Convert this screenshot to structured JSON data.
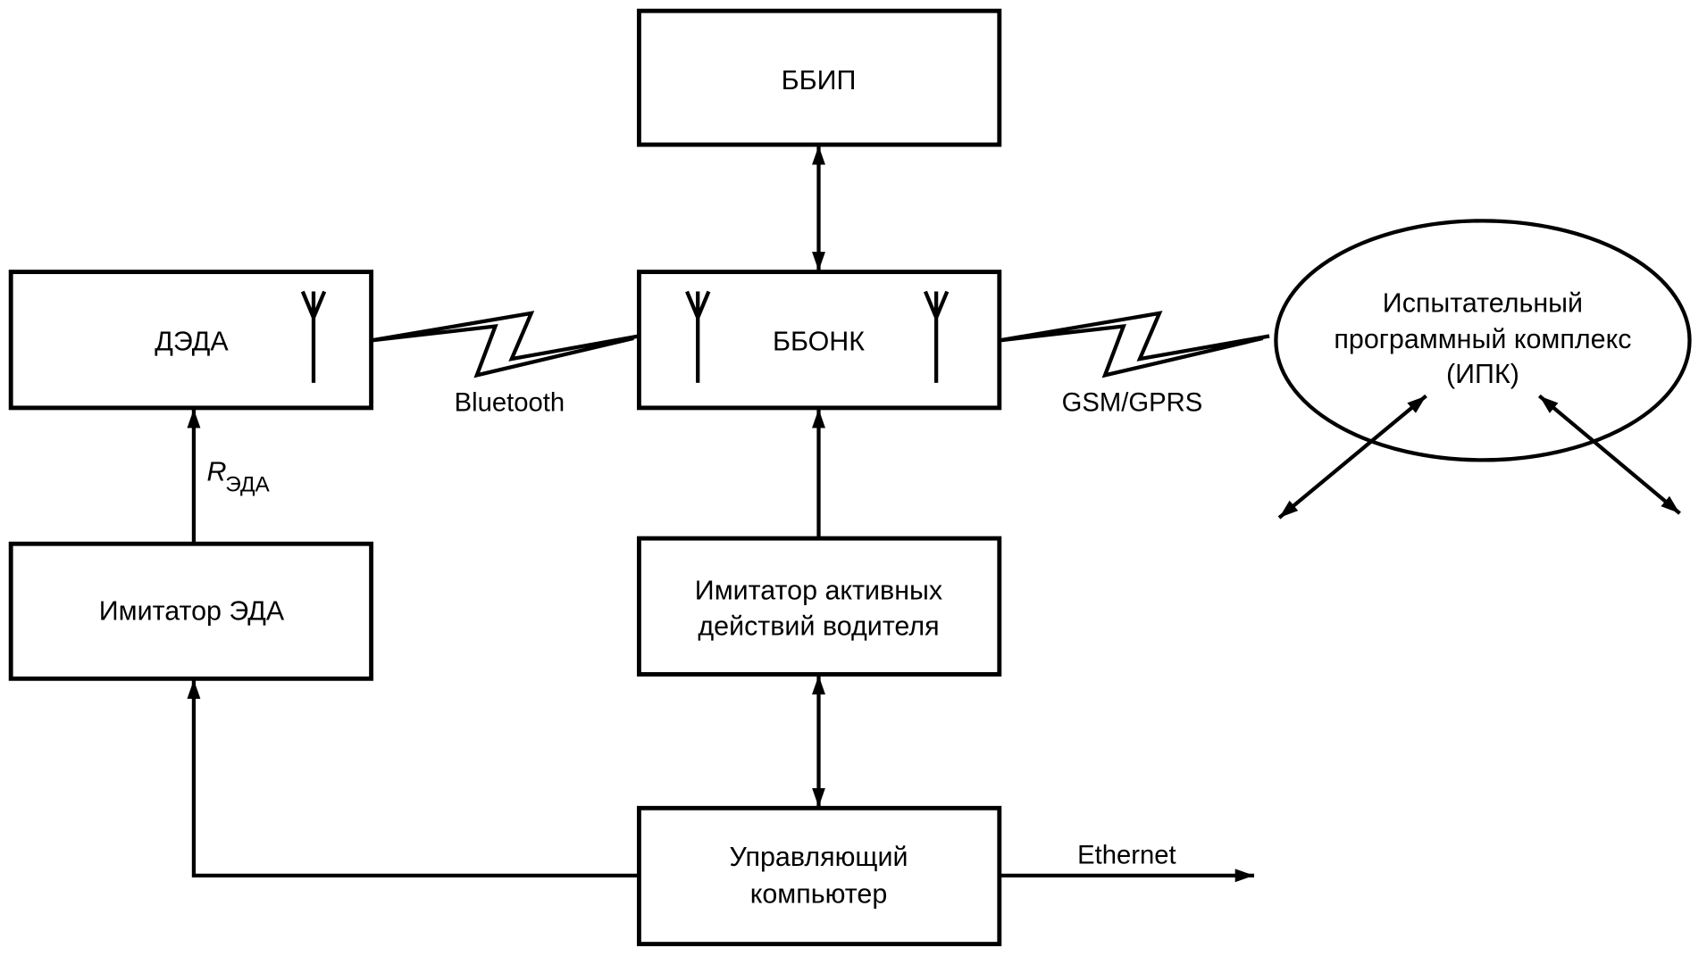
{
  "blocks": {
    "bbip": {
      "label": "ББИП"
    },
    "deda": {
      "label": "ДЭДА"
    },
    "bbonk": {
      "label": "ББОНК"
    },
    "imitator_eda": {
      "label": "Имитатор ЭДА"
    },
    "imitator_driver": {
      "line1": "Имитатор активных",
      "line2": "действий водителя"
    },
    "control_pc": {
      "line1": "Управляющий",
      "line2": "компьютер"
    },
    "ipk": {
      "line1": "Испытательный",
      "line2": "программный комплекс",
      "line3": "(ИПК)"
    }
  },
  "links": {
    "bluetooth": {
      "label": "Bluetooth",
      "type": "wireless"
    },
    "gsm": {
      "label": "GSM/GPRS",
      "type": "wireless"
    },
    "ethernet": {
      "label": "Ethernet",
      "type": "outgoing-arrow"
    },
    "r_eda": {
      "symbol": "R",
      "subscript": "ЭДА"
    }
  },
  "connections": [
    {
      "from": "ББИП",
      "to": "ББОНК",
      "direction": "bidirectional"
    },
    {
      "from": "Имитатор ЭДА",
      "to": "ДЭДА",
      "direction": "forward",
      "label": "RЭДА"
    },
    {
      "from": "Имитатор активных действий водителя",
      "to": "ББОНК",
      "direction": "forward"
    },
    {
      "from": "Управляющий компьютер",
      "to": "Имитатор активных действий водителя",
      "direction": "bidirectional"
    },
    {
      "from": "Управляющий компьютер",
      "to": "Имитатор ЭДА",
      "direction": "forward"
    },
    {
      "from": "ДЭДА",
      "to": "ББОНК",
      "direction": "wireless",
      "label": "Bluetooth"
    },
    {
      "from": "ББОНК",
      "to": "ИПК",
      "direction": "wireless",
      "label": "GSM/GPRS"
    },
    {
      "from": "Управляющий компьютер",
      "to": "external",
      "direction": "forward",
      "label": "Ethernet"
    },
    {
      "from": "ИПК",
      "to": "external-left",
      "direction": "bidirectional"
    },
    {
      "from": "ИПК",
      "to": "external-right",
      "direction": "bidirectional"
    }
  ]
}
